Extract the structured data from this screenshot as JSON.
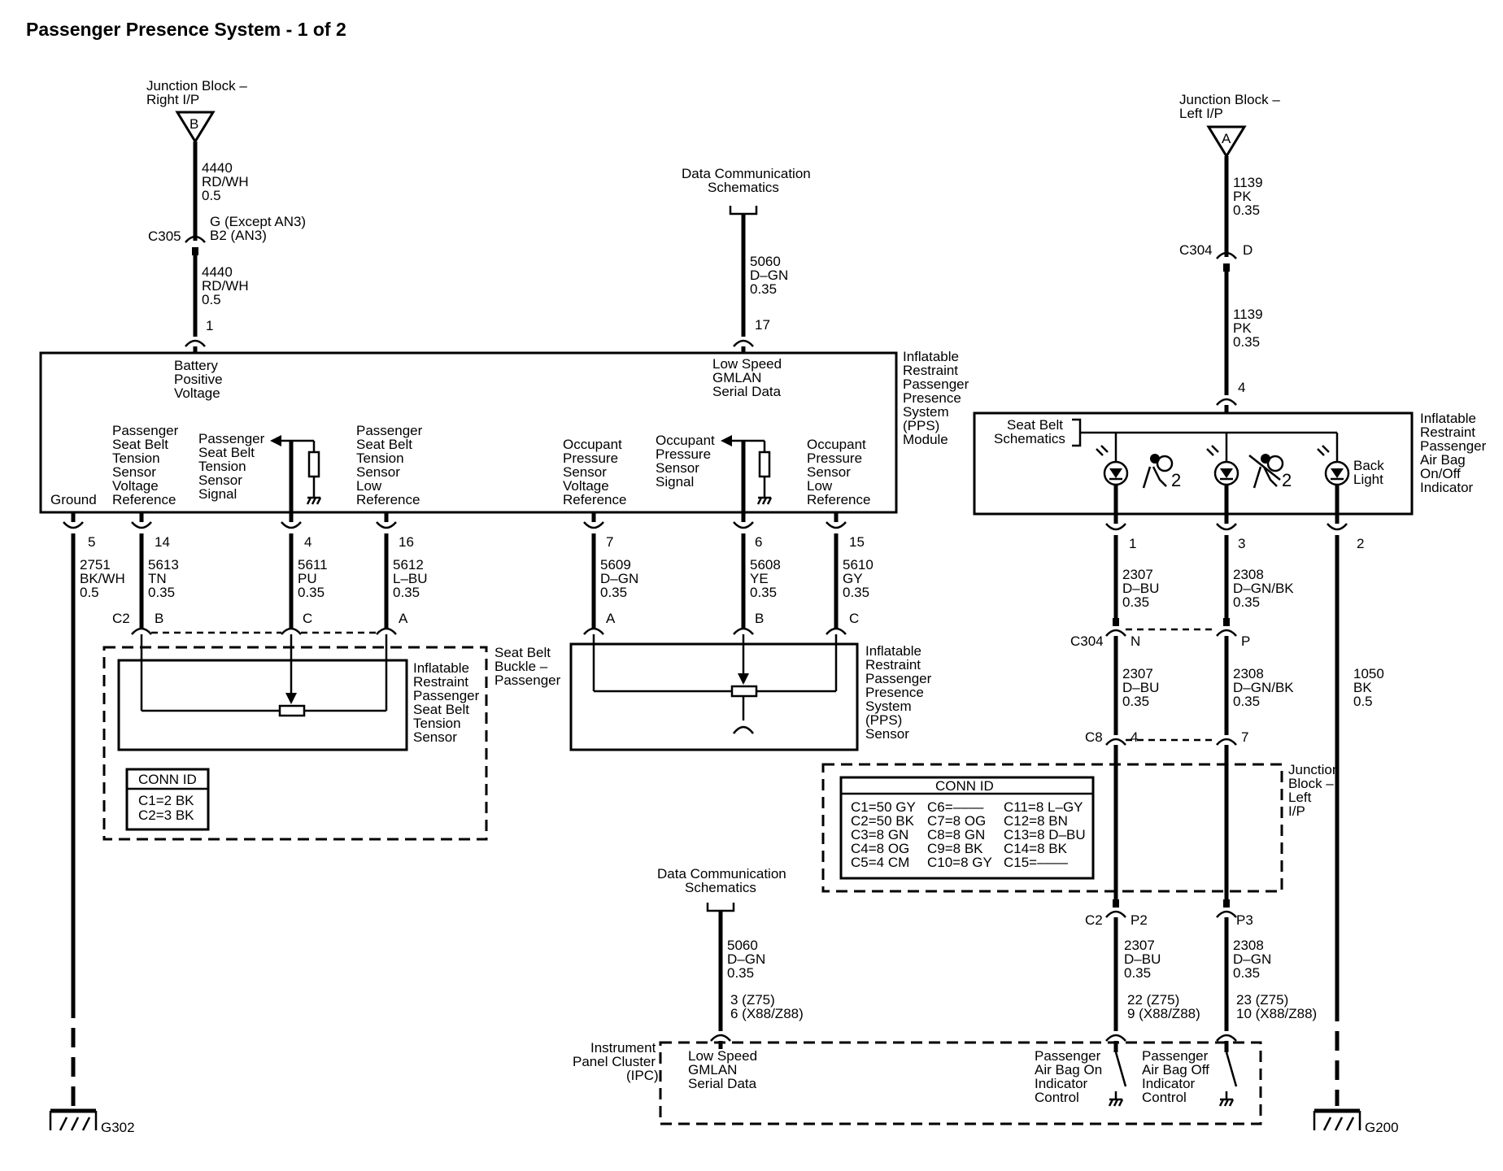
{
  "title": "Passenger Presence System - 1 of 2",
  "junction_right": {
    "line1": "Junction Block –",
    "line2": "Right I/P",
    "letter": "B"
  },
  "junction_left": {
    "line1": "Junction Block –",
    "line2": "Left I/P",
    "letter": "A"
  },
  "dcs_top": {
    "line1": "Data Communication",
    "line2": "Schematics"
  },
  "dcs_bottom": {
    "line1": "Data Communication",
    "line2": "Schematics"
  },
  "wire_4440": {
    "circuit": "4440",
    "color": "RD/WH",
    "gauge": "0.5"
  },
  "c305": {
    "name": "C305",
    "pin1": "G (Except AN3)",
    "pin2": "B2 (AN3)"
  },
  "wire_5060_top": {
    "circuit": "5060",
    "color": "D–GN",
    "gauge": "0.35"
  },
  "wire_1139": {
    "circuit": "1139",
    "color": "PK",
    "gauge": "0.35"
  },
  "c304_top": {
    "name": "C304",
    "pin": "D"
  },
  "pps_module": {
    "name": [
      "Inflatable",
      "Restraint",
      "Passenger",
      "Presence",
      "System",
      "(PPS)",
      "Module"
    ],
    "pin_battery": "1",
    "label_battery": [
      "Battery",
      "Positive",
      "Voltage"
    ],
    "pin_gmlan": "17",
    "label_gmlan": [
      "Low Speed",
      "GMLAN",
      "Serial Data"
    ],
    "label_ground": "Ground",
    "label_sbt_ref": [
      "Passenger",
      "Seat Belt",
      "Tension",
      "Sensor",
      "Voltage",
      "Reference"
    ],
    "label_sbt_sig": [
      "Passenger",
      "Seat Belt",
      "Tension",
      "Sensor",
      "Signal"
    ],
    "label_sbt_low": [
      "Passenger",
      "Seat Belt",
      "Tension",
      "Sensor",
      "Low",
      "Reference"
    ],
    "label_ops_ref": [
      "Occupant",
      "Pressure",
      "Sensor",
      "Voltage",
      "Reference"
    ],
    "label_ops_sig": [
      "Occupant",
      "Pressure",
      "Sensor",
      "Signal"
    ],
    "label_ops_low": [
      "Occupant",
      "Pressure",
      "Sensor",
      "Low",
      "Reference"
    ]
  },
  "bottom_wires": [
    {
      "pin": "5",
      "circuit": "2751",
      "color": "BK/WH",
      "gauge": "0.5"
    },
    {
      "pin": "14",
      "circuit": "5613",
      "color": "TN",
      "gauge": "0.35"
    },
    {
      "pin": "4",
      "circuit": "5611",
      "color": "PU",
      "gauge": "0.35"
    },
    {
      "pin": "16",
      "circuit": "5612",
      "color": "L–BU",
      "gauge": "0.35"
    },
    {
      "pin": "7",
      "circuit": "5609",
      "color": "D–GN",
      "gauge": "0.35"
    },
    {
      "pin": "6",
      "circuit": "5608",
      "color": "YE",
      "gauge": "0.35"
    },
    {
      "pin": "15",
      "circuit": "5610",
      "color": "GY",
      "gauge": "0.35"
    }
  ],
  "sbt_sensor": {
    "conn": "C2",
    "pins": [
      "B",
      "C",
      "A"
    ],
    "name": [
      "Inflatable",
      "Restraint",
      "Passenger",
      "Seat Belt",
      "Tension",
      "Sensor"
    ],
    "buckle": [
      "Seat Belt",
      "Buckle –",
      "Passenger"
    ],
    "conn_id_title": "CONN ID",
    "conn_id": [
      "C1=2 BK",
      "C2=3 BK"
    ]
  },
  "pps_sensor": {
    "pins": [
      "A",
      "B",
      "C"
    ],
    "name": [
      "Inflatable",
      "Restraint",
      "Passenger",
      "Presence",
      "System",
      "(PPS)",
      "Sensor"
    ]
  },
  "indicator": {
    "name": [
      "Inflatable",
      "Restraint",
      "Passenger",
      "Air Bag",
      "On/Off",
      "Indicator"
    ],
    "pin_top": "4",
    "seat_belt": [
      "Seat Belt",
      "Schematics"
    ],
    "back_light": [
      "Back",
      "Light"
    ],
    "badge": "2",
    "pins": [
      "1",
      "3",
      "2"
    ]
  },
  "wire_2307": {
    "circuit": "2307",
    "color": "D–BU",
    "gauge": "0.35"
  },
  "wire_2308": {
    "circuit": "2308",
    "color": "D–GN/BK",
    "gauge": "0.35"
  },
  "wire_2308b": {
    "circuit": "2308",
    "color": "D–GN",
    "gauge": "0.35"
  },
  "wire_1050": {
    "circuit": "1050",
    "color": "BK",
    "gauge": "0.5"
  },
  "c304_mid": {
    "name": "C304",
    "pin_n": "N",
    "pin_p": "P"
  },
  "c8": {
    "name": "C8",
    "pin4": "4",
    "pin7": "7"
  },
  "c2": {
    "name": "C2",
    "pin_p2": "P2",
    "pin_p3": "P3"
  },
  "jb_left": {
    "name": [
      "Junction",
      "Block –",
      "Left",
      "I/P"
    ],
    "conn_id_title": "CONN ID",
    "rows": [
      [
        "C1=50 GY",
        "C6=––––",
        "C11=8 L–GY"
      ],
      [
        "C2=50 BK",
        "C7=8 OG",
        "C12=8 BN"
      ],
      [
        "C3=8 GN",
        "C8=8 GN",
        "C13=8 D–BU"
      ],
      [
        "C4=8 OG",
        "C9=8 BK",
        "C14=8 BK"
      ],
      [
        "C5=4 CM",
        "C10=8 GY",
        "C15=––––"
      ]
    ]
  },
  "wire_5060_bottom": {
    "circuit": "5060",
    "color": "D–GN",
    "gauge": "0.35",
    "pin1": "3 (Z75)",
    "pin2": "6 (X88/Z88)"
  },
  "ipc_pins": {
    "on1": "22 (Z75)",
    "on2": "9 (X88/Z88)",
    "off1": "23 (Z75)",
    "off2": "10 (X88/Z88)"
  },
  "ipc": {
    "name": [
      "Instrument",
      "Panel Cluster",
      "(IPC)"
    ],
    "gmlan": [
      "Low Speed",
      "GMLAN",
      "Serial Data"
    ],
    "on_ctrl": [
      "Passenger",
      "Air Bag On",
      "Indicator",
      "Control"
    ],
    "off_ctrl": [
      "Passenger",
      "Air Bag Off",
      "Indicator",
      "Control"
    ]
  },
  "grounds": {
    "left": "G302",
    "right": "G200"
  }
}
